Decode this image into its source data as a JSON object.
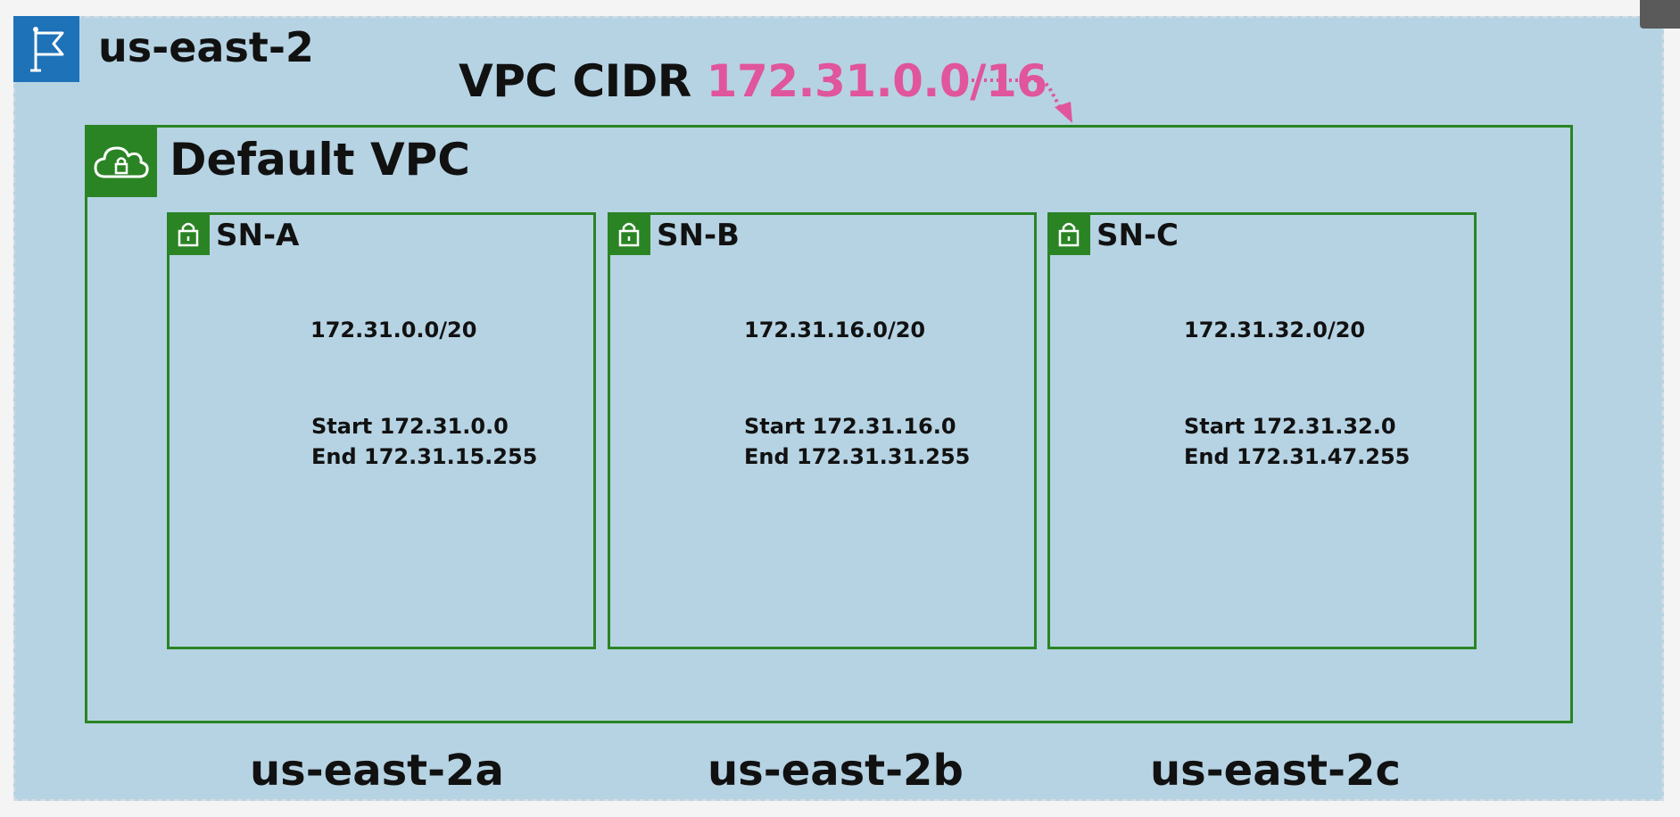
{
  "region": {
    "name": "us-east-2",
    "icon": "flag-icon"
  },
  "vpc_cidr": {
    "label": "VPC CIDR",
    "value": "172.31.0.0/16",
    "value_color": "#e0559c"
  },
  "vpc": {
    "title": "Default VPC",
    "icon": "cloud-lock-icon",
    "border_color": "#2a8424"
  },
  "subnets": [
    {
      "name": "SN-A",
      "cidr": "172.31.0.0/20",
      "start": "Start 172.31.0.0",
      "end": "End 172.31.15.255"
    },
    {
      "name": "SN-B",
      "cidr": "172.31.16.0/20",
      "start": "Start 172.31.16.0",
      "end": "End 172.31.31.255"
    },
    {
      "name": "SN-C",
      "cidr": "172.31.32.0/20",
      "start": "Start 172.31.32.0",
      "end": "End 172.31.47.255"
    }
  ],
  "availability_zones": [
    "us-east-2a",
    "us-east-2b",
    "us-east-2c"
  ],
  "colors": {
    "region_bg": "#b6d3e3",
    "region_icon": "#1d72b8",
    "green": "#2a8424"
  }
}
